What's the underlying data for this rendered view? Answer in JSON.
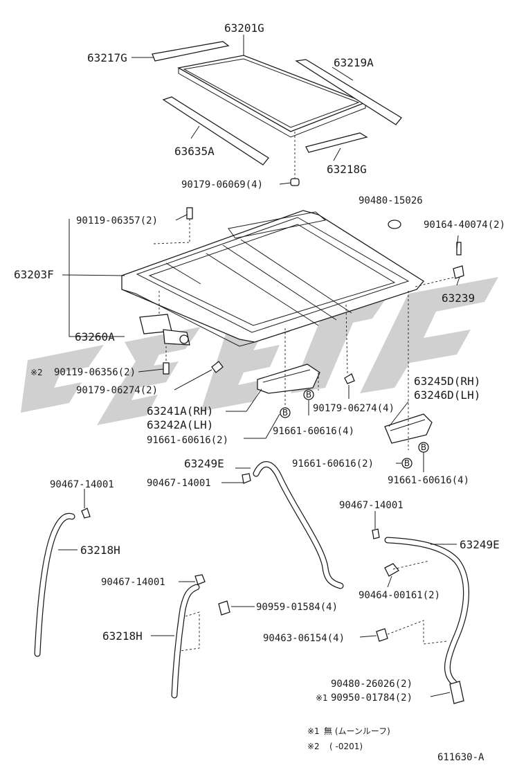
{
  "labels": {
    "p63201G": "63201G",
    "p63217G": "63217G",
    "p63219A": "63219A",
    "p63635A": "63635A",
    "p63218G": "63218G",
    "p90179_06069": "90179-06069(4)",
    "p90480_15026": "90480-15026",
    "p90119_06357": "90119-06357(2)",
    "p90164_40074": "90164-40074(2)",
    "p63203F": "63203F",
    "p63239": "63239",
    "p63260A": "63260A",
    "p90119_06356": "90119-06356(2)",
    "p90119_06356_mark": "※2",
    "p90179_06274_2": "90179-06274(2)",
    "p63245D": "63245D(RH)",
    "p63246D": "63246D(LH)",
    "p90179_06274_4": "90179-06274(4)",
    "p63241A": "63241A(RH)",
    "p63242A": "63242A(LH)",
    "p91661_a": "91661-60616(4)",
    "p91661_b": "91661-60616(2)",
    "p91661_c": "91661-60616(2)",
    "p91661_d": "91661-60616(4)",
    "p63249E_top": "63249E",
    "p90467_a": "90467-14001",
    "p90467_b": "90467-14001",
    "p90467_c": "90467-14001",
    "p90467_d": "90467-14001",
    "p63218H_top": "63218H",
    "p63249E_right": "63249E",
    "p90464_00161": "90464-00161(2)",
    "p90959_01584": "90959-01584(4)",
    "p63218H_bottom": "63218H",
    "p90463_06154": "90463-06154(4)",
    "p90480_26026": "90480-26026(2)",
    "p90950_01784": "90950-01784(2)",
    "p90950_01784_mark": "※1",
    "badge_letter": "B"
  },
  "notes": {
    "note1_mark": "※1",
    "note1_text": "無 (ムーンルーフ)",
    "note2_mark": "※2",
    "note2_text": "(         -0201)"
  },
  "figure_id": "611630-A"
}
